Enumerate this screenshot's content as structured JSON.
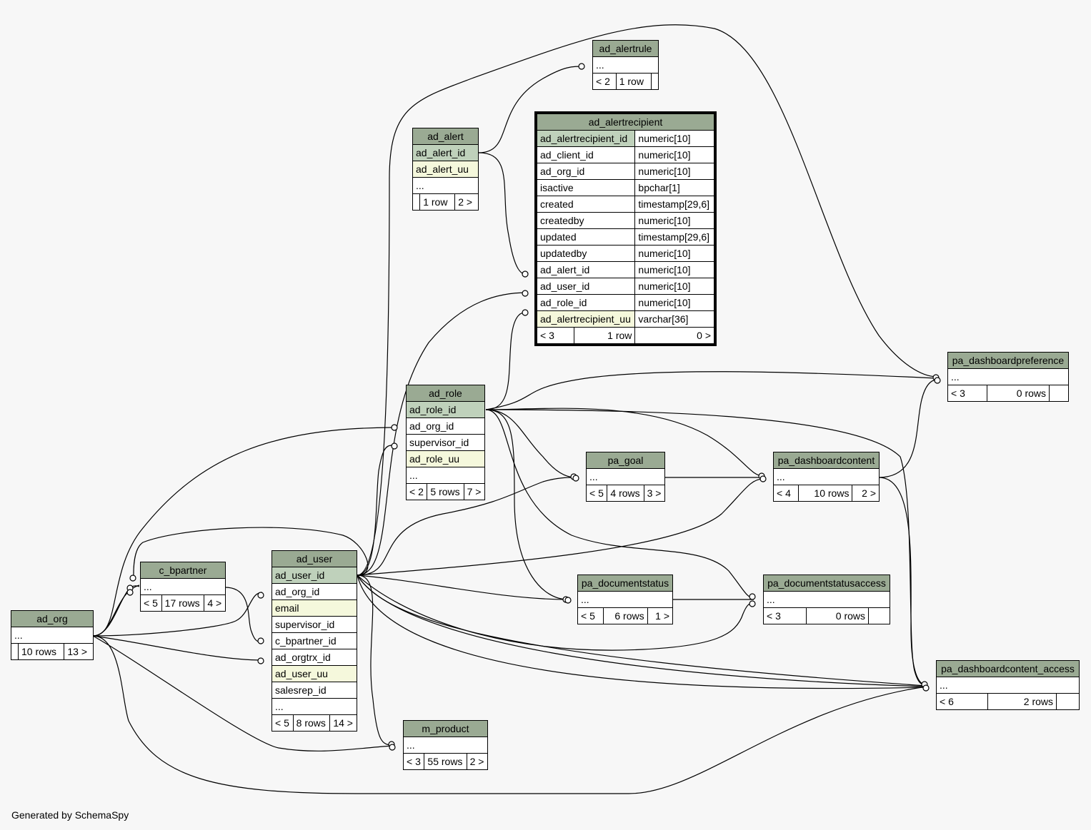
{
  "footer": "Generated by SchemaSpy",
  "ad_alertrule": {
    "name": "ad_alertrule",
    "ellipsis": "...",
    "prev": "< 2",
    "rows": "1 row",
    "next": ""
  },
  "ad_alert": {
    "name": "ad_alert",
    "cols": [
      "ad_alert_id",
      "ad_alert_uu",
      "..."
    ],
    "prev": "",
    "rows": "1 row",
    "next": "2 >"
  },
  "ad_alertrecipient": {
    "name": "ad_alertrecipient",
    "cols": [
      {
        "name": "ad_alertrecipient_id",
        "type": "numeric[10]"
      },
      {
        "name": "ad_client_id",
        "type": "numeric[10]"
      },
      {
        "name": "ad_org_id",
        "type": "numeric[10]"
      },
      {
        "name": "isactive",
        "type": "bpchar[1]"
      },
      {
        "name": "created",
        "type": "timestamp[29,6]"
      },
      {
        "name": "createdby",
        "type": "numeric[10]"
      },
      {
        "name": "updated",
        "type": "timestamp[29,6]"
      },
      {
        "name": "updatedby",
        "type": "numeric[10]"
      },
      {
        "name": "ad_alert_id",
        "type": "numeric[10]"
      },
      {
        "name": "ad_user_id",
        "type": "numeric[10]"
      },
      {
        "name": "ad_role_id",
        "type": "numeric[10]"
      },
      {
        "name": "ad_alertrecipient_uu",
        "type": "varchar[36]"
      }
    ],
    "prev": "< 3",
    "rows": "1 row",
    "next": "0 >"
  },
  "ad_role": {
    "name": "ad_role",
    "cols": [
      "ad_role_id",
      "ad_org_id",
      "supervisor_id",
      "ad_role_uu",
      "..."
    ],
    "prev": "< 2",
    "rows": "5 rows",
    "next": "7 >"
  },
  "pa_dashboardpreference": {
    "name": "pa_dashboardpreference",
    "ellipsis": "...",
    "prev": "< 3",
    "rows": "0 rows",
    "next": ""
  },
  "pa_goal": {
    "name": "pa_goal",
    "ellipsis": "...",
    "prev": "< 5",
    "rows": "4 rows",
    "next": "3 >"
  },
  "pa_dashboardcontent": {
    "name": "pa_dashboardcontent",
    "ellipsis": "...",
    "prev": "< 4",
    "rows": "10 rows",
    "next": "2 >"
  },
  "c_bpartner": {
    "name": "c_bpartner",
    "ellipsis": "...",
    "prev": "< 5",
    "rows": "17 rows",
    "next": "4 >"
  },
  "ad_user": {
    "name": "ad_user",
    "cols": [
      "ad_user_id",
      "ad_org_id",
      "email",
      "supervisor_id",
      "c_bpartner_id",
      "ad_orgtrx_id",
      "ad_user_uu",
      "salesrep_id",
      "..."
    ],
    "prev": "< 5",
    "rows": "8 rows",
    "next": "14 >"
  },
  "pa_documentstatus": {
    "name": "pa_documentstatus",
    "ellipsis": "...",
    "prev": "< 5",
    "rows": "6 rows",
    "next": "1 >"
  },
  "pa_documentstatusaccess": {
    "name": "pa_documentstatusaccess",
    "ellipsis": "...",
    "prev": "< 3",
    "rows": "0 rows",
    "next": ""
  },
  "ad_org": {
    "name": "ad_org",
    "ellipsis": "...",
    "prev": "",
    "rows": "10 rows",
    "next": "13 >"
  },
  "pa_dashboardcontent_access": {
    "name": "pa_dashboardcontent_access",
    "ellipsis": "...",
    "prev": "< 6",
    "rows": "2 rows",
    "next": ""
  },
  "m_product": {
    "name": "m_product",
    "ellipsis": "...",
    "prev": "< 3",
    "rows": "55 rows",
    "next": "2 >"
  }
}
